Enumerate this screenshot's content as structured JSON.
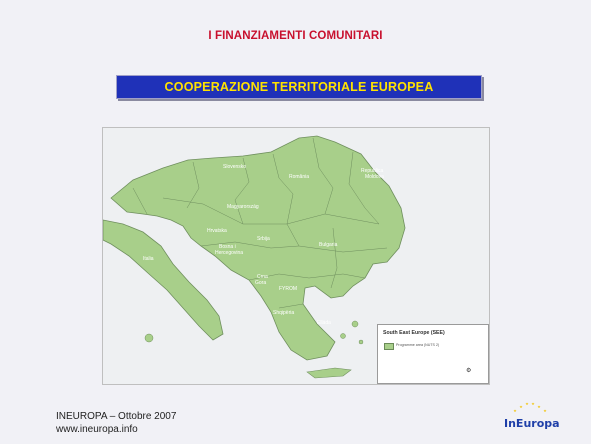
{
  "slide": {
    "title": "I FINANZIAMENTI COMUNITARI",
    "banner": "COOPERAZIONE TERRITORIALE EUROPEA",
    "colors": {
      "title": "#c8102e",
      "banner_bg": "#1f31b8",
      "banner_text": "#ffe200",
      "land": "#a8cf8a",
      "sea": "#e9ecef"
    }
  },
  "map": {
    "legend_title": "South East Europe (SEE)",
    "legend_item": "Programme area (NUTS 2)"
  },
  "footer": {
    "line1": "INEUROPA – Ottobre 2007",
    "line2": "www.ineuropa.info",
    "logo_text": "InEuropa"
  }
}
